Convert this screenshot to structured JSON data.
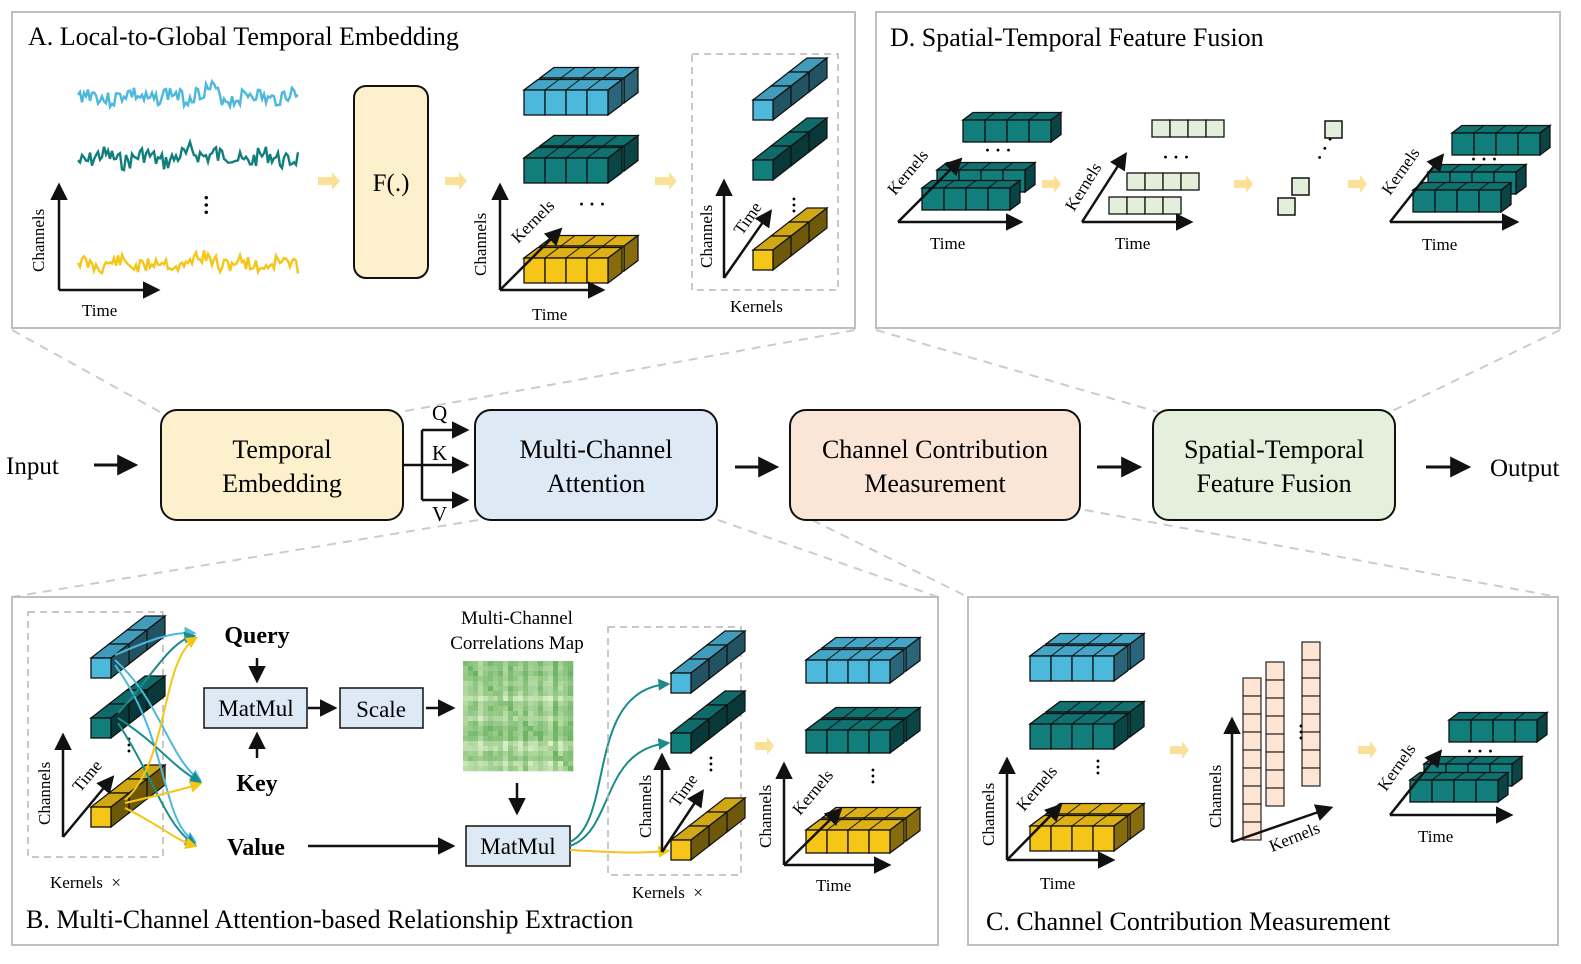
{
  "panels": {
    "a_title": "A. Local-to-Global Temporal Embedding",
    "d_title": "D. Spatial-Temporal Feature Fusion",
    "b_title": "B. Multi-Channel Attention-based Relationship Extraction",
    "c_title": "C. Channel Contribution Measurement"
  },
  "pipeline": {
    "input": "Input",
    "output": "Output",
    "temporal_embedding": [
      "Temporal",
      "Embedding"
    ],
    "multi_channel_attention": [
      "Multi-Channel",
      "Attention"
    ],
    "channel_contribution": [
      "Channel Contribution",
      "Measurement"
    ],
    "spatial_temporal_fusion": [
      "Spatial-Temporal",
      "Feature Fusion"
    ],
    "q": "Q",
    "k": "K",
    "v": "V"
  },
  "panel_a": {
    "function_label": "F(.)",
    "channels": "Channels",
    "time": "Time",
    "kernels": "Kernels",
    "ellipsis": "· · ·"
  },
  "panel_b": {
    "query": "Query",
    "key": "Key",
    "value": "Value",
    "matmul": "MatMul",
    "scale": "Scale",
    "map_title": [
      "Multi-Channel",
      "Correlations Map"
    ],
    "kernels_times": "Kernels  ×",
    "channels": "Channels",
    "time": "Time",
    "kernels": "Kernels"
  },
  "panel_c": {
    "channels": "Channels",
    "kernels": "Kernels",
    "time": "Time"
  },
  "panel_d": {
    "kernels": "Kernels",
    "time": "Time"
  },
  "colors": {
    "blue": "#4cb8dc",
    "teal": "#117e7c",
    "yellow": "#f5c518",
    "embed_box": "#fdf1cd",
    "attn_box": "#dee9f6",
    "contrib_box": "#fbe5d7",
    "fusion_box": "#e4f0db",
    "light_green": "#e3efdb",
    "peach": "#fde4d3",
    "arrow_yellow": "#fbe09a",
    "matrix_green": "#7cc47a"
  },
  "icons": [
    "arrow-right-icon",
    "down-arrow-icon"
  ]
}
